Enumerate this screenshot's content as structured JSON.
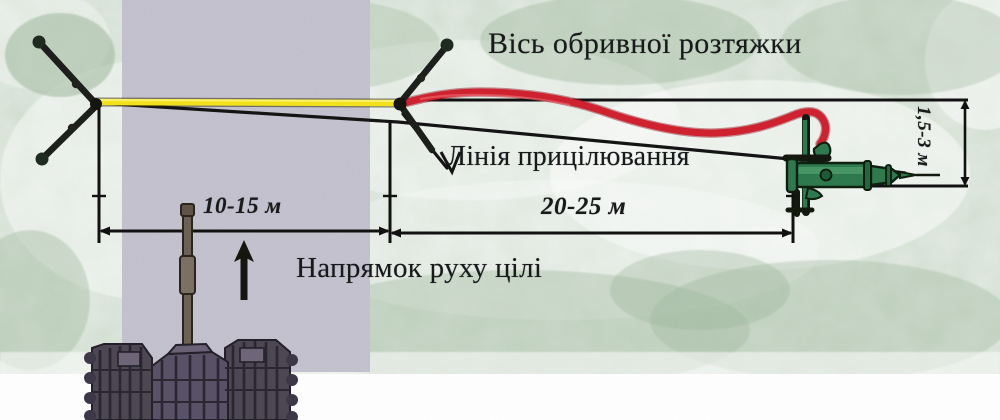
{
  "figure": {
    "kind": "tripwire-emplacement-diagram",
    "language": "uk",
    "background_paper": "#ffffff",
    "background_mottle": "#c3d2c3",
    "road_band_color": "#c7c5d1"
  },
  "labels": {
    "axis_of_tripwire": "Вісь обривної розтяжки",
    "aiming_line": "Лінія прицілювання",
    "direction_of_target_movement": "Напрямок руху цілі"
  },
  "dimensions": {
    "anchor_to_anchor": "10-15 м",
    "anchor_to_mine": "20-25 м",
    "height_above_ground": "1,5-3 м"
  },
  "elements": {
    "left_anchor_stake": "anchor-stake-left",
    "right_anchor_stake": "anchor-stake-right",
    "tripwire_yellow": "tripwire-segment-yellow",
    "tripwire_red": "tripwire-segment-red",
    "mine_device": "directional-mine",
    "target_vehicle": "armored-vehicle-target",
    "movement_arrow": "movement-direction-arrow"
  },
  "colors": {
    "wire_yellow": "#f2e11c",
    "wire_red": "#cf2230",
    "mine_green": "#2f7a4f",
    "line_black": "#111111",
    "vehicle_dark": "#4a4450"
  }
}
